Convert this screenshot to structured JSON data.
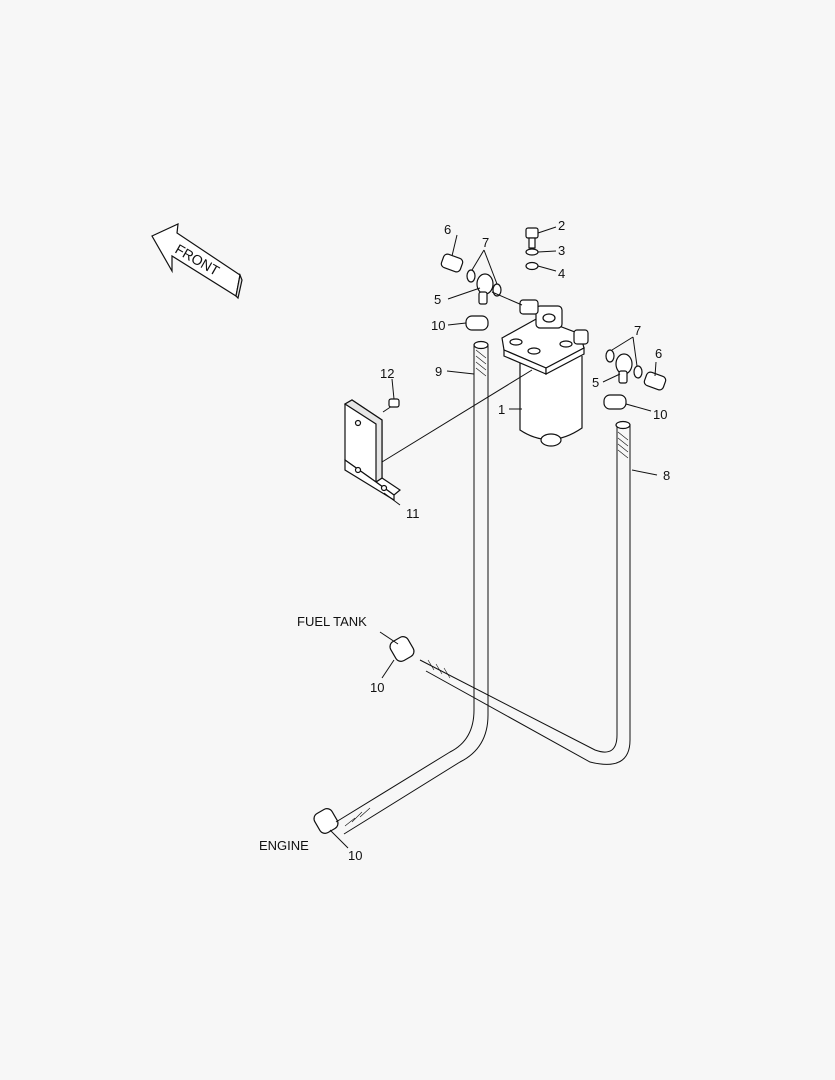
{
  "front_arrow": {
    "text": "FRONT"
  },
  "destinations": {
    "fuel_tank": "FUEL TANK",
    "engine": "ENGINE"
  },
  "callouts": {
    "c1": "1",
    "c2": "2",
    "c3": "3",
    "c4": "4",
    "c5a": "5",
    "c5b": "5",
    "c6a": "6",
    "c6b": "6",
    "c7a": "7",
    "c7b": "7",
    "c8": "8",
    "c9": "9",
    "c10a": "10",
    "c10b": "10",
    "c10c": "10",
    "c10d": "10",
    "c11": "11",
    "c12": "12"
  }
}
